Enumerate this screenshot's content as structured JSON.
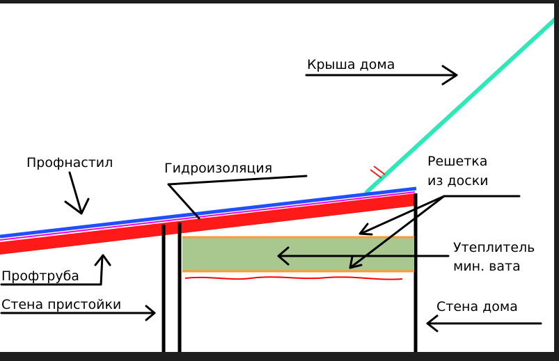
{
  "diagram": {
    "labels": {
      "roof": "Крыша дома",
      "profnastil": "Профнастил",
      "waterproofing": "Гидроизоляция",
      "grating_line1": "Решетка",
      "grating_line2": "из доски",
      "insulation_line1": "Утеплитель",
      "insulation_line2": "мин. вата",
      "proftruba": "Профтруба",
      "annex_wall": "Стена пристойки",
      "house_wall": "Стена дома"
    },
    "colors": {
      "background": "#ffffff",
      "frame": "#1e1e1e",
      "roof_line": "#2ee8b8",
      "profnastil": "#1f4fff",
      "waterproofing": "#ff00cc",
      "proftruba": "#ff1a1a",
      "insulation": "#a8c890",
      "board": "#ff9a33",
      "vapor": "#ff0000",
      "ink": "#000000"
    },
    "icons": [
      "arrow-icon",
      "break-mark-icon"
    ]
  }
}
